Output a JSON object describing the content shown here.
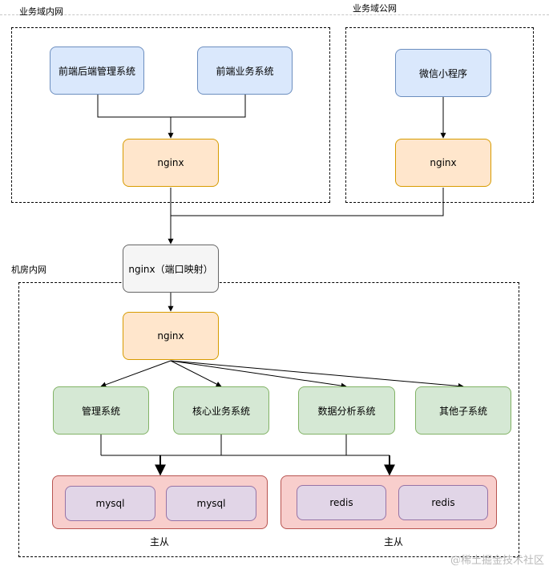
{
  "zones": {
    "biz_intranet": "业务域内网",
    "biz_public": "业务域公网",
    "datacenter_intranet": "机房内网"
  },
  "nodes": {
    "frontend_admin": "前端后端管理系统",
    "frontend_business": "前端业务系统",
    "wechat_miniprogram": "微信小程序",
    "nginx_intranet": "nginx",
    "nginx_public": "nginx",
    "nginx_port_mapping": "nginx（端口映射）",
    "nginx_datacenter": "nginx",
    "admin_system": "管理系统",
    "core_business_system": "核心业务系统",
    "data_analysis_system": "数据分析系统",
    "other_subsystems": "其他子系统",
    "mysql_1": "mysql",
    "mysql_2": "mysql",
    "redis_1": "redis",
    "redis_2": "redis"
  },
  "groups": {
    "mysql_caption": "主从",
    "redis_caption": "主从"
  },
  "watermark": "@稀土掘金技术社区"
}
